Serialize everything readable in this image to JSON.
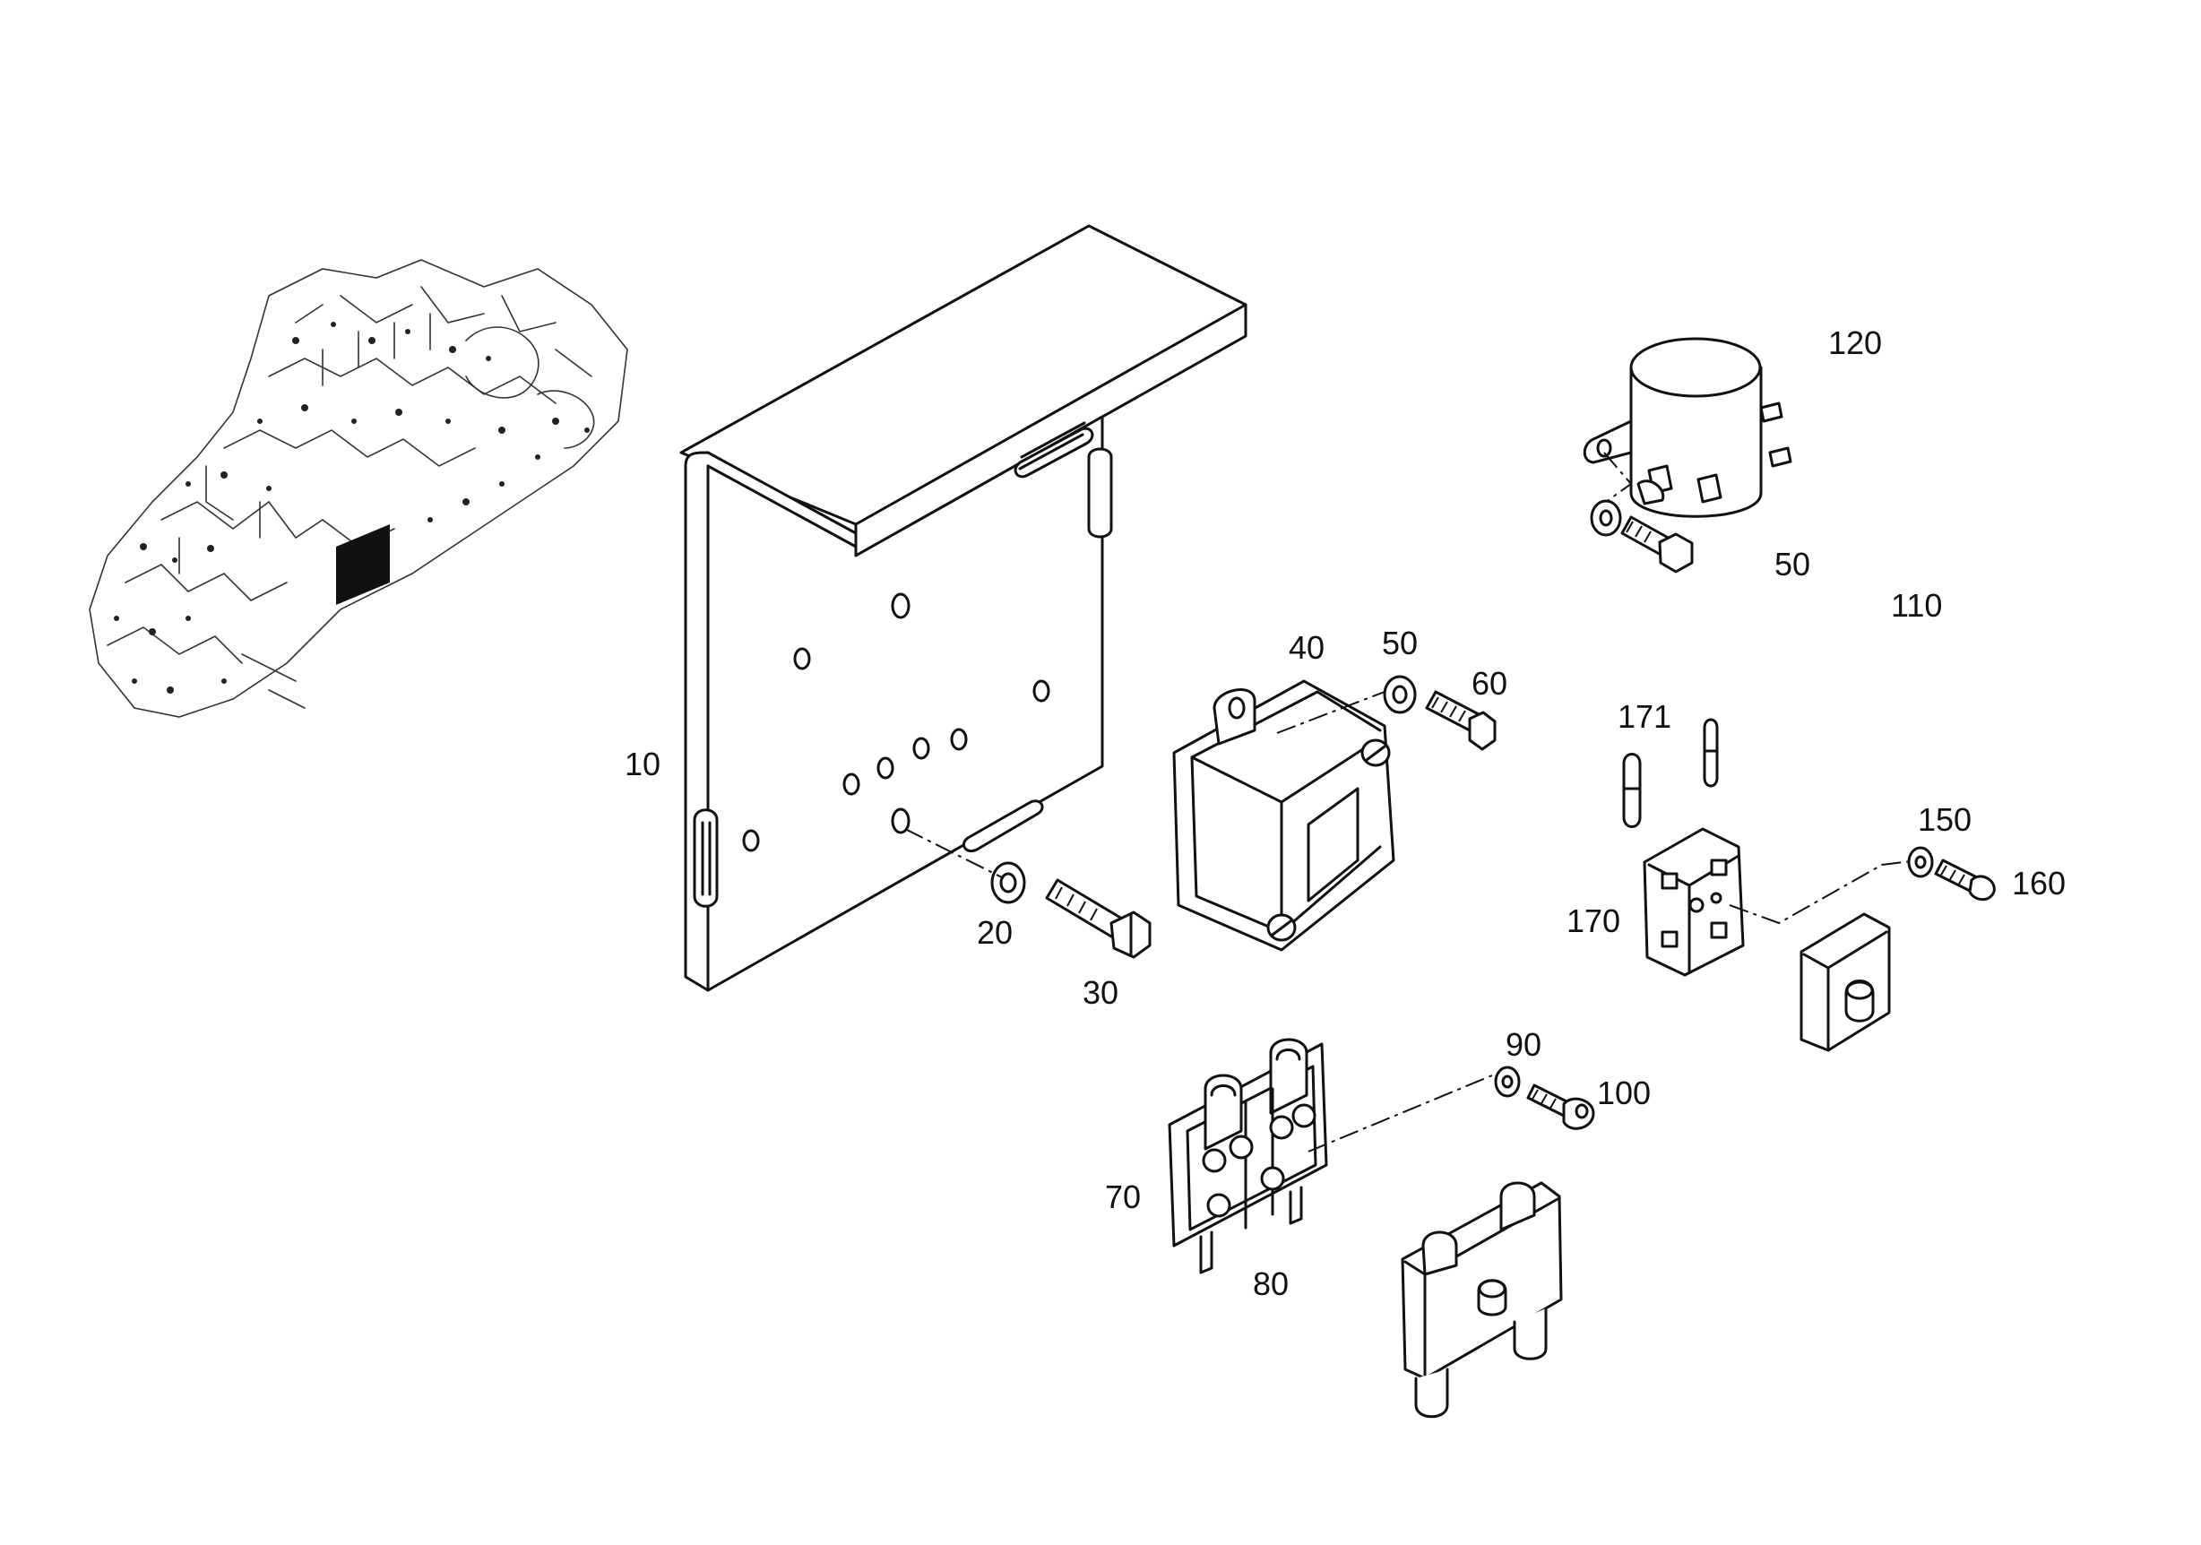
{
  "callouts": [
    {
      "id": "label-10",
      "text": "10"
    },
    {
      "id": "label-20",
      "text": "20"
    },
    {
      "id": "label-30",
      "text": "30"
    },
    {
      "id": "label-40",
      "text": "40"
    },
    {
      "id": "label-50a",
      "text": "50"
    },
    {
      "id": "label-60",
      "text": "60"
    },
    {
      "id": "label-70",
      "text": "70"
    },
    {
      "id": "label-80",
      "text": "80"
    },
    {
      "id": "label-90",
      "text": "90"
    },
    {
      "id": "label-100",
      "text": "100"
    },
    {
      "id": "label-120",
      "text": "120"
    },
    {
      "id": "label-50b",
      "text": "50"
    },
    {
      "id": "label-110",
      "text": "110"
    },
    {
      "id": "label-171",
      "text": "171"
    },
    {
      "id": "label-150",
      "text": "150"
    },
    {
      "id": "label-160",
      "text": "160"
    },
    {
      "id": "label-170",
      "text": "170"
    }
  ],
  "colors": {
    "line": "#111111",
    "background": "#ffffff"
  }
}
